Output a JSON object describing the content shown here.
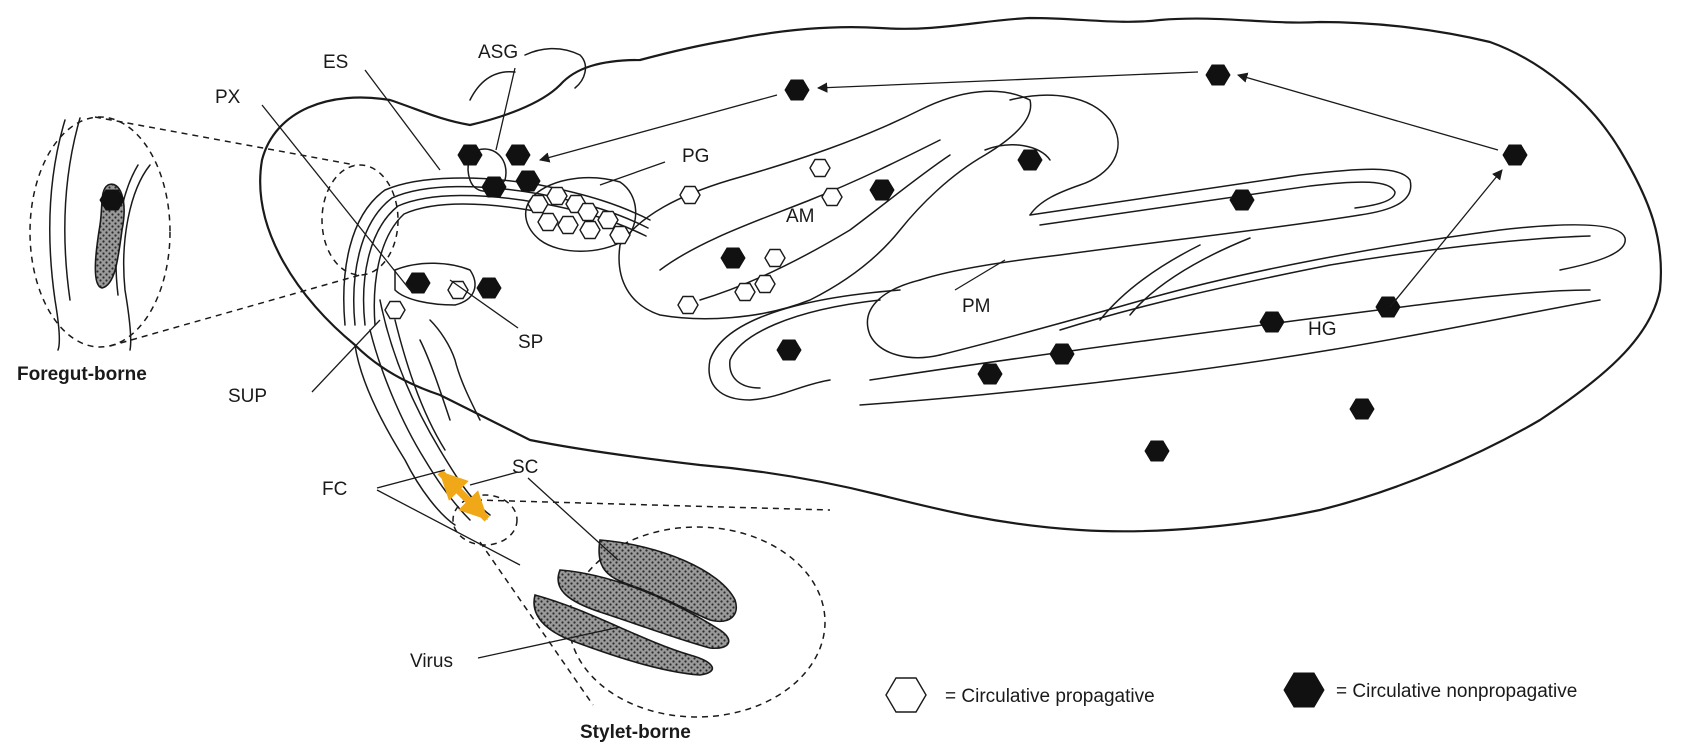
{
  "labels": {
    "es": "ES",
    "asg": "ASG",
    "px": "PX",
    "pg": "PG",
    "am": "AM",
    "sp": "SP",
    "sup": "SUP",
    "pm": "PM",
    "hg": "HG",
    "fc": "FC",
    "sc": "SC",
    "virus": "Virus"
  },
  "captions": {
    "foregut": "Foregut-borne",
    "stylet": "Stylet-borne"
  },
  "legend": {
    "propagative": "= Circulative propagative",
    "nonpropagative": "= Circulative nonpropagative"
  },
  "colors": {
    "ink": "#1a1a1a",
    "highlight_arrow": "#f0a818"
  },
  "icons": {
    "propagative_marker": "hollow-hexagon",
    "nonpropagative_marker": "filled-hexagon"
  }
}
